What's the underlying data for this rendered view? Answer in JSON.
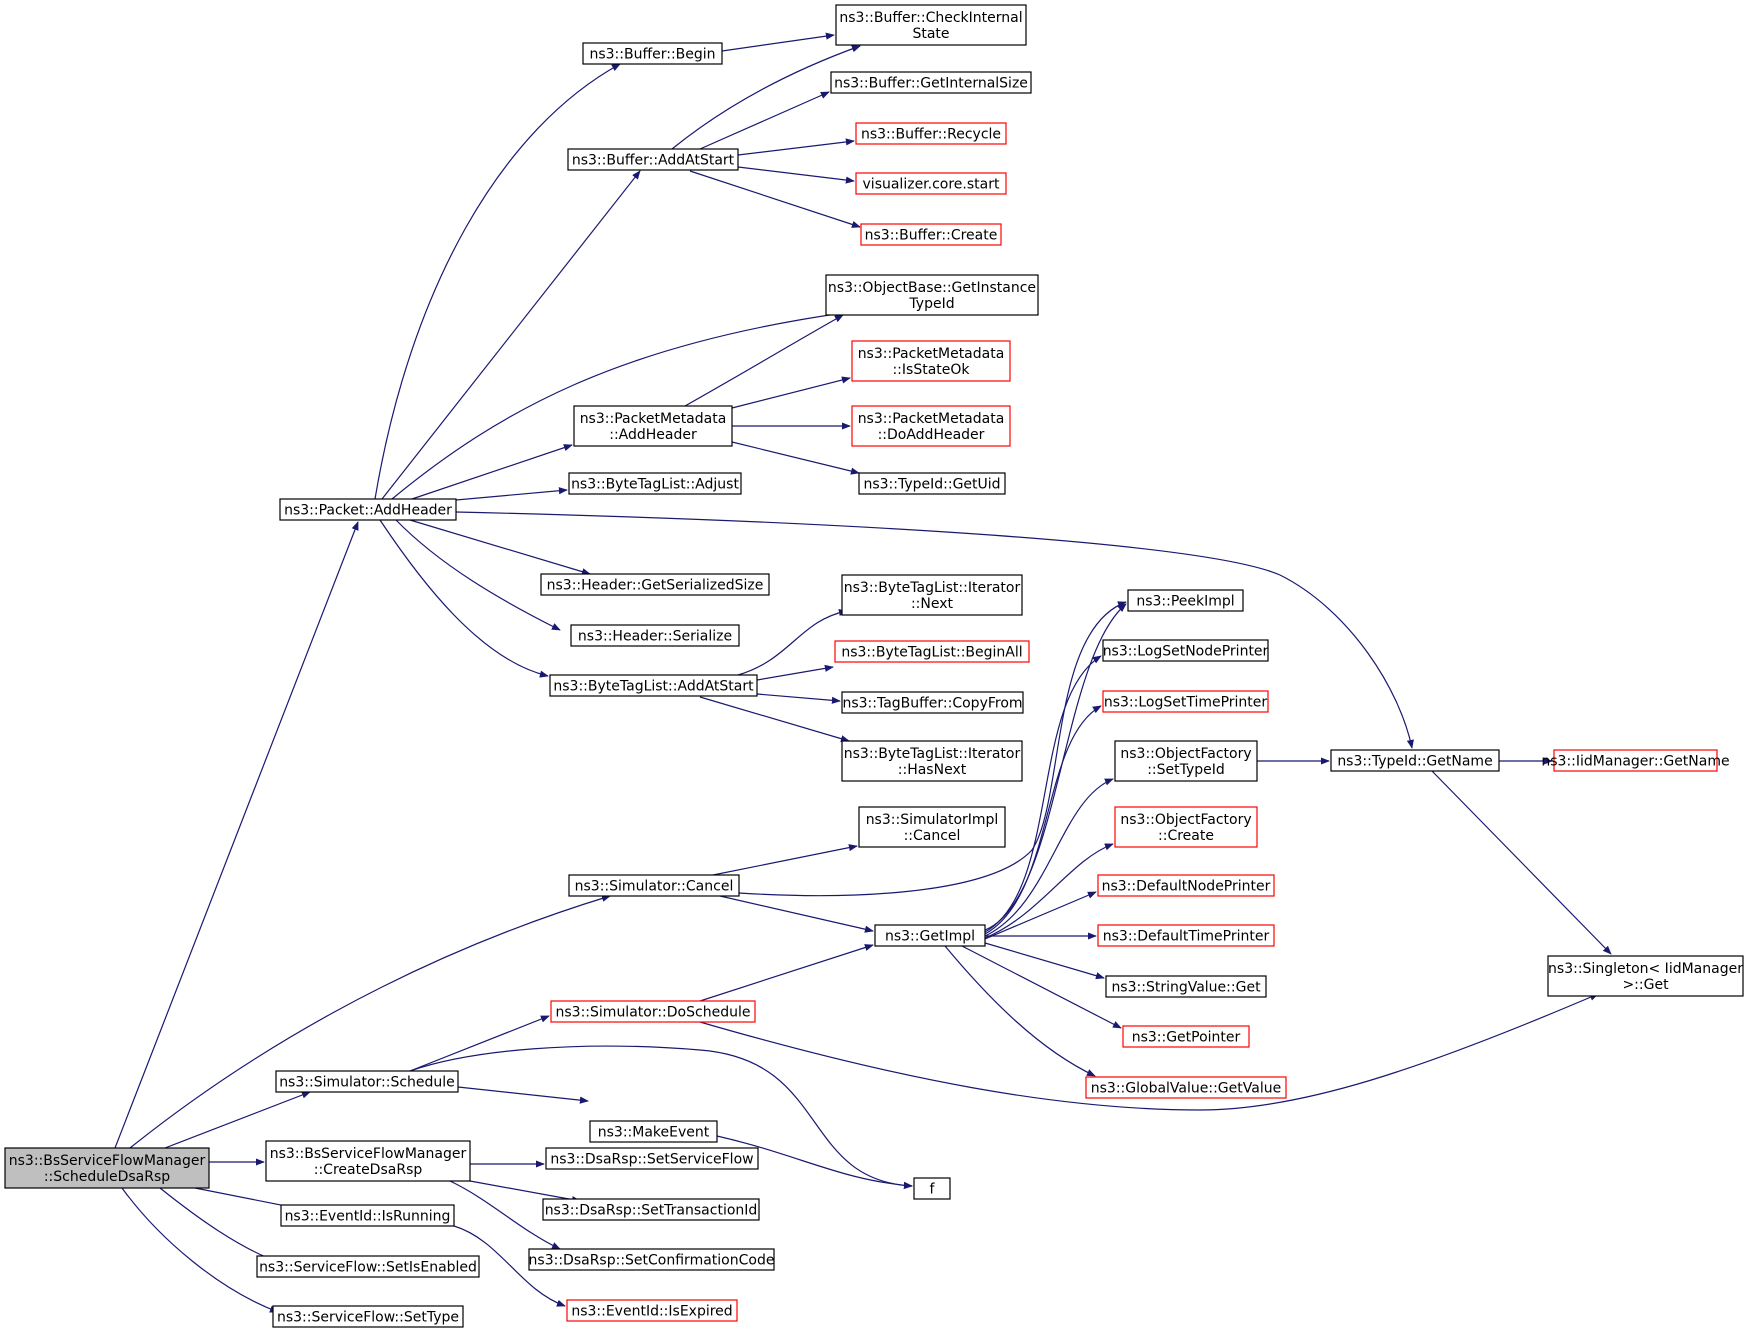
{
  "diagram": {
    "type": "call-graph",
    "colors": {
      "edge": "#191970",
      "node_border": "#000000",
      "node_border_truncated": "#ff0000",
      "root_fill": "#bfbfbf",
      "node_fill": "#ffffff",
      "text": "#000000"
    },
    "nodes": [
      {
        "id": "root",
        "label": [
          "ns3::BsServiceFlowManager",
          "::ScheduleDsaRsp"
        ],
        "root": true,
        "truncated": false
      },
      {
        "id": "packet_addheader",
        "label": [
          "ns3::Packet::AddHeader"
        ],
        "truncated": false
      },
      {
        "id": "buffer_begin",
        "label": [
          "ns3::Buffer::Begin"
        ],
        "truncated": false
      },
      {
        "id": "buffer_checkinternal",
        "label": [
          "ns3::Buffer::CheckInternal",
          "State"
        ],
        "truncated": false
      },
      {
        "id": "buffer_getinternalsize",
        "label": [
          "ns3::Buffer::GetInternalSize"
        ],
        "truncated": false
      },
      {
        "id": "buffer_addatstart",
        "label": [
          "ns3::Buffer::AddAtStart"
        ],
        "truncated": false
      },
      {
        "id": "buffer_recycle",
        "label": [
          "ns3::Buffer::Recycle"
        ],
        "truncated": true
      },
      {
        "id": "visualizer_start",
        "label": [
          "visualizer.core.start"
        ],
        "truncated": true
      },
      {
        "id": "buffer_create",
        "label": [
          "ns3::Buffer::Create"
        ],
        "truncated": true
      },
      {
        "id": "objectbase_getinstancetypeid",
        "label": [
          "ns3::ObjectBase::GetInstance",
          "TypeId"
        ],
        "truncated": false
      },
      {
        "id": "pm_isstateok",
        "label": [
          "ns3::PacketMetadata",
          "::IsStateOk"
        ],
        "truncated": true
      },
      {
        "id": "pm_addheader",
        "label": [
          "ns3::PacketMetadata",
          "::AddHeader"
        ],
        "truncated": false
      },
      {
        "id": "pm_doaddheader",
        "label": [
          "ns3::PacketMetadata",
          "::DoAddHeader"
        ],
        "truncated": true
      },
      {
        "id": "typeid_getuid",
        "label": [
          "ns3::TypeId::GetUid"
        ],
        "truncated": false
      },
      {
        "id": "btl_adjust",
        "label": [
          "ns3::ByteTagList::Adjust"
        ],
        "truncated": false
      },
      {
        "id": "header_getserializedsize",
        "label": [
          "ns3::Header::GetSerializedSize"
        ],
        "truncated": false
      },
      {
        "id": "header_serialize",
        "label": [
          "ns3::Header::Serialize"
        ],
        "truncated": false
      },
      {
        "id": "btl_iter_next",
        "label": [
          "ns3::ByteTagList::Iterator",
          "::Next"
        ],
        "truncated": false
      },
      {
        "id": "btl_beginall",
        "label": [
          "ns3::ByteTagList::BeginAll"
        ],
        "truncated": true
      },
      {
        "id": "btl_addatstart",
        "label": [
          "ns3::ByteTagList::AddAtStart"
        ],
        "truncated": false
      },
      {
        "id": "tagbuffer_copyfrom",
        "label": [
          "ns3::TagBuffer::CopyFrom"
        ],
        "truncated": false
      },
      {
        "id": "btl_iter_hasnext",
        "label": [
          "ns3::ByteTagList::Iterator",
          "::HasNext"
        ],
        "truncated": false
      },
      {
        "id": "peekimpl",
        "label": [
          "ns3::PeekImpl"
        ],
        "truncated": false
      },
      {
        "id": "logsetnodeprinter",
        "label": [
          "ns3::LogSetNodePrinter"
        ],
        "truncated": false
      },
      {
        "id": "logsettimeprinter",
        "label": [
          "ns3::LogSetTimePrinter"
        ],
        "truncated": true
      },
      {
        "id": "of_settypeid",
        "label": [
          "ns3::ObjectFactory",
          "::SetTypeId"
        ],
        "truncated": false
      },
      {
        "id": "typeid_getname",
        "label": [
          "ns3::TypeId::GetName"
        ],
        "truncated": false
      },
      {
        "id": "iidmanager_getname",
        "label": [
          "ns3::IidManager::GetName"
        ],
        "truncated": true
      },
      {
        "id": "of_create",
        "label": [
          "ns3::ObjectFactory",
          "::Create"
        ],
        "truncated": true
      },
      {
        "id": "simimpl_cancel",
        "label": [
          "ns3::SimulatorImpl",
          "::Cancel"
        ],
        "truncated": false
      },
      {
        "id": "sim_cancel",
        "label": [
          "ns3::Simulator::Cancel"
        ],
        "truncated": false
      },
      {
        "id": "defaultnodeprinter",
        "label": [
          "ns3::DefaultNodePrinter"
        ],
        "truncated": true
      },
      {
        "id": "getimpl",
        "label": [
          "ns3::GetImpl"
        ],
        "truncated": false
      },
      {
        "id": "defaulttimeprinter",
        "label": [
          "ns3::DefaultTimePrinter"
        ],
        "truncated": true
      },
      {
        "id": "singleton_get",
        "label": [
          "ns3::Singleton< IidManager",
          " >::Get"
        ],
        "truncated": false
      },
      {
        "id": "stringvalue_get",
        "label": [
          "ns3::StringValue::Get"
        ],
        "truncated": false
      },
      {
        "id": "sim_doschedule",
        "label": [
          "ns3::Simulator::DoSchedule"
        ],
        "truncated": true
      },
      {
        "id": "getpointer",
        "label": [
          "ns3::GetPointer"
        ],
        "truncated": true
      },
      {
        "id": "sim_schedule",
        "label": [
          "ns3::Simulator::Schedule"
        ],
        "truncated": false
      },
      {
        "id": "globalvalue_getvalue",
        "label": [
          "ns3::GlobalValue::GetValue"
        ],
        "truncated": true
      },
      {
        "id": "makeevent",
        "label": [
          "ns3::MakeEvent"
        ],
        "truncated": false
      },
      {
        "id": "dsarsp_setserviceflow",
        "label": [
          "ns3::DsaRsp::SetServiceFlow"
        ],
        "truncated": false
      },
      {
        "id": "bsfm_createdsarsp",
        "label": [
          "ns3::BsServiceFlowManager",
          "::CreateDsaRsp"
        ],
        "truncated": false
      },
      {
        "id": "f",
        "label": [
          "f"
        ],
        "truncated": false
      },
      {
        "id": "dsarsp_settransactionid",
        "label": [
          "ns3::DsaRsp::SetTransactionId"
        ],
        "truncated": false
      },
      {
        "id": "eventid_isrunning",
        "label": [
          "ns3::EventId::IsRunning"
        ],
        "truncated": false
      },
      {
        "id": "dsarsp_setconfirmationcode",
        "label": [
          "ns3::DsaRsp::SetConfirmationCode"
        ],
        "truncated": false
      },
      {
        "id": "serviceflow_setisenabled",
        "label": [
          "ns3::ServiceFlow::SetIsEnabled"
        ],
        "truncated": false
      },
      {
        "id": "eventid_isexpired",
        "label": [
          "ns3::EventId::IsExpired"
        ],
        "truncated": true
      },
      {
        "id": "serviceflow_settype",
        "label": [
          "ns3::ServiceFlow::SetType"
        ],
        "truncated": false
      }
    ],
    "edges": [
      [
        "root",
        "packet_addheader"
      ],
      [
        "root",
        "sim_cancel"
      ],
      [
        "root",
        "sim_schedule"
      ],
      [
        "root",
        "bsfm_createdsarsp"
      ],
      [
        "root",
        "eventid_isrunning"
      ],
      [
        "root",
        "serviceflow_setisenabled"
      ],
      [
        "root",
        "serviceflow_settype"
      ],
      [
        "packet_addheader",
        "buffer_begin"
      ],
      [
        "packet_addheader",
        "buffer_addatstart"
      ],
      [
        "packet_addheader",
        "objectbase_getinstancetypeid"
      ],
      [
        "packet_addheader",
        "pm_addheader"
      ],
      [
        "packet_addheader",
        "btl_adjust"
      ],
      [
        "packet_addheader",
        "typeid_getname"
      ],
      [
        "packet_addheader",
        "header_getserializedsize"
      ],
      [
        "packet_addheader",
        "header_serialize"
      ],
      [
        "packet_addheader",
        "btl_addatstart"
      ],
      [
        "buffer_begin",
        "buffer_checkinternal"
      ],
      [
        "buffer_addatstart",
        "buffer_checkinternal"
      ],
      [
        "buffer_addatstart",
        "buffer_getinternalsize"
      ],
      [
        "buffer_addatstart",
        "buffer_recycle"
      ],
      [
        "buffer_addatstart",
        "visualizer_start"
      ],
      [
        "buffer_addatstart",
        "buffer_create"
      ],
      [
        "pm_addheader",
        "objectbase_getinstancetypeid"
      ],
      [
        "pm_addheader",
        "pm_isstateok"
      ],
      [
        "pm_addheader",
        "pm_doaddheader"
      ],
      [
        "pm_addheader",
        "typeid_getuid"
      ],
      [
        "btl_addatstart",
        "btl_iter_next"
      ],
      [
        "btl_addatstart",
        "btl_beginall"
      ],
      [
        "btl_addatstart",
        "tagbuffer_copyfrom"
      ],
      [
        "btl_addatstart",
        "btl_iter_hasnext"
      ],
      [
        "of_settypeid",
        "typeid_getname"
      ],
      [
        "typeid_getname",
        "iidmanager_getname"
      ],
      [
        "typeid_getname",
        "singleton_get"
      ],
      [
        "sim_cancel",
        "simimpl_cancel"
      ],
      [
        "sim_cancel",
        "peekimpl"
      ],
      [
        "sim_cancel",
        "getimpl"
      ],
      [
        "getimpl",
        "peekimpl"
      ],
      [
        "getimpl",
        "logsetnodeprinter"
      ],
      [
        "getimpl",
        "logsettimeprinter"
      ],
      [
        "getimpl",
        "of_settypeid"
      ],
      [
        "getimpl",
        "of_create"
      ],
      [
        "getimpl",
        "defaultnodeprinter"
      ],
      [
        "getimpl",
        "defaulttimeprinter"
      ],
      [
        "getimpl",
        "stringvalue_get"
      ],
      [
        "getimpl",
        "getpointer"
      ],
      [
        "getimpl",
        "globalvalue_getvalue"
      ],
      [
        "sim_doschedule",
        "getimpl"
      ],
      [
        "sim_doschedule",
        "singleton_get"
      ],
      [
        "sim_schedule",
        "sim_doschedule"
      ],
      [
        "sim_schedule",
        "makeevent"
      ],
      [
        "sim_schedule",
        "f"
      ],
      [
        "makeevent",
        "f"
      ],
      [
        "bsfm_createdsarsp",
        "dsarsp_setserviceflow"
      ],
      [
        "bsfm_createdsarsp",
        "dsarsp_settransactionid"
      ],
      [
        "bsfm_createdsarsp",
        "dsarsp_setconfirmationcode"
      ],
      [
        "eventid_isrunning",
        "eventid_isexpired"
      ]
    ]
  }
}
